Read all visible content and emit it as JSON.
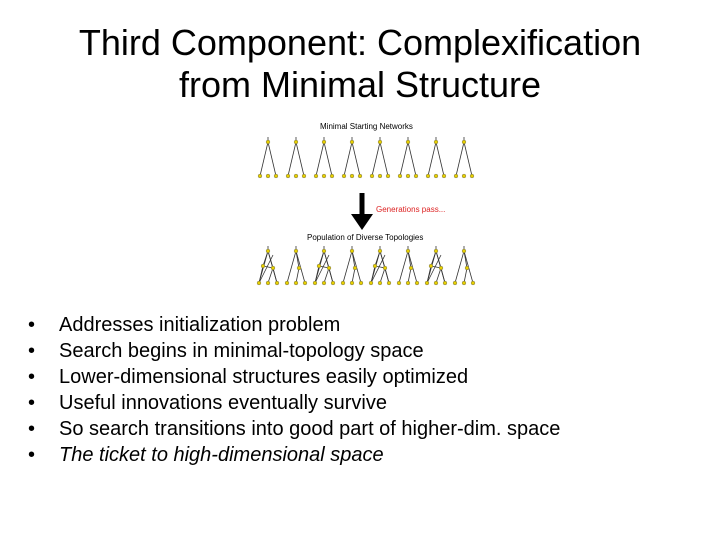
{
  "slide": {
    "title_line1": "Third Component: Complexification",
    "title_line2": "from Minimal Structure"
  },
  "figure": {
    "top_label": "Minimal Starting Networks",
    "arrow_label": "Generations pass...",
    "bottom_label": "Population of Diverse Topologies",
    "colors": {
      "arrow": "#000000",
      "arrow_label": "#dd2222",
      "node_fill": "#e8d000",
      "edge": "#333333"
    }
  },
  "bullets": [
    {
      "text": "Addresses initialization problem",
      "italic": false
    },
    {
      "text": "Search begins in minimal-topology space",
      "italic": false
    },
    {
      "text": "Lower-dimensional structures easily optimized",
      "italic": false
    },
    {
      "text": "Useful innovations eventually survive",
      "italic": false
    },
    {
      "text": "So search transitions into good part of higher-dim. space",
      "italic": false
    },
    {
      "text": "The ticket to high-dimensional space",
      "italic": true
    }
  ],
  "bullet_glyph": "•"
}
